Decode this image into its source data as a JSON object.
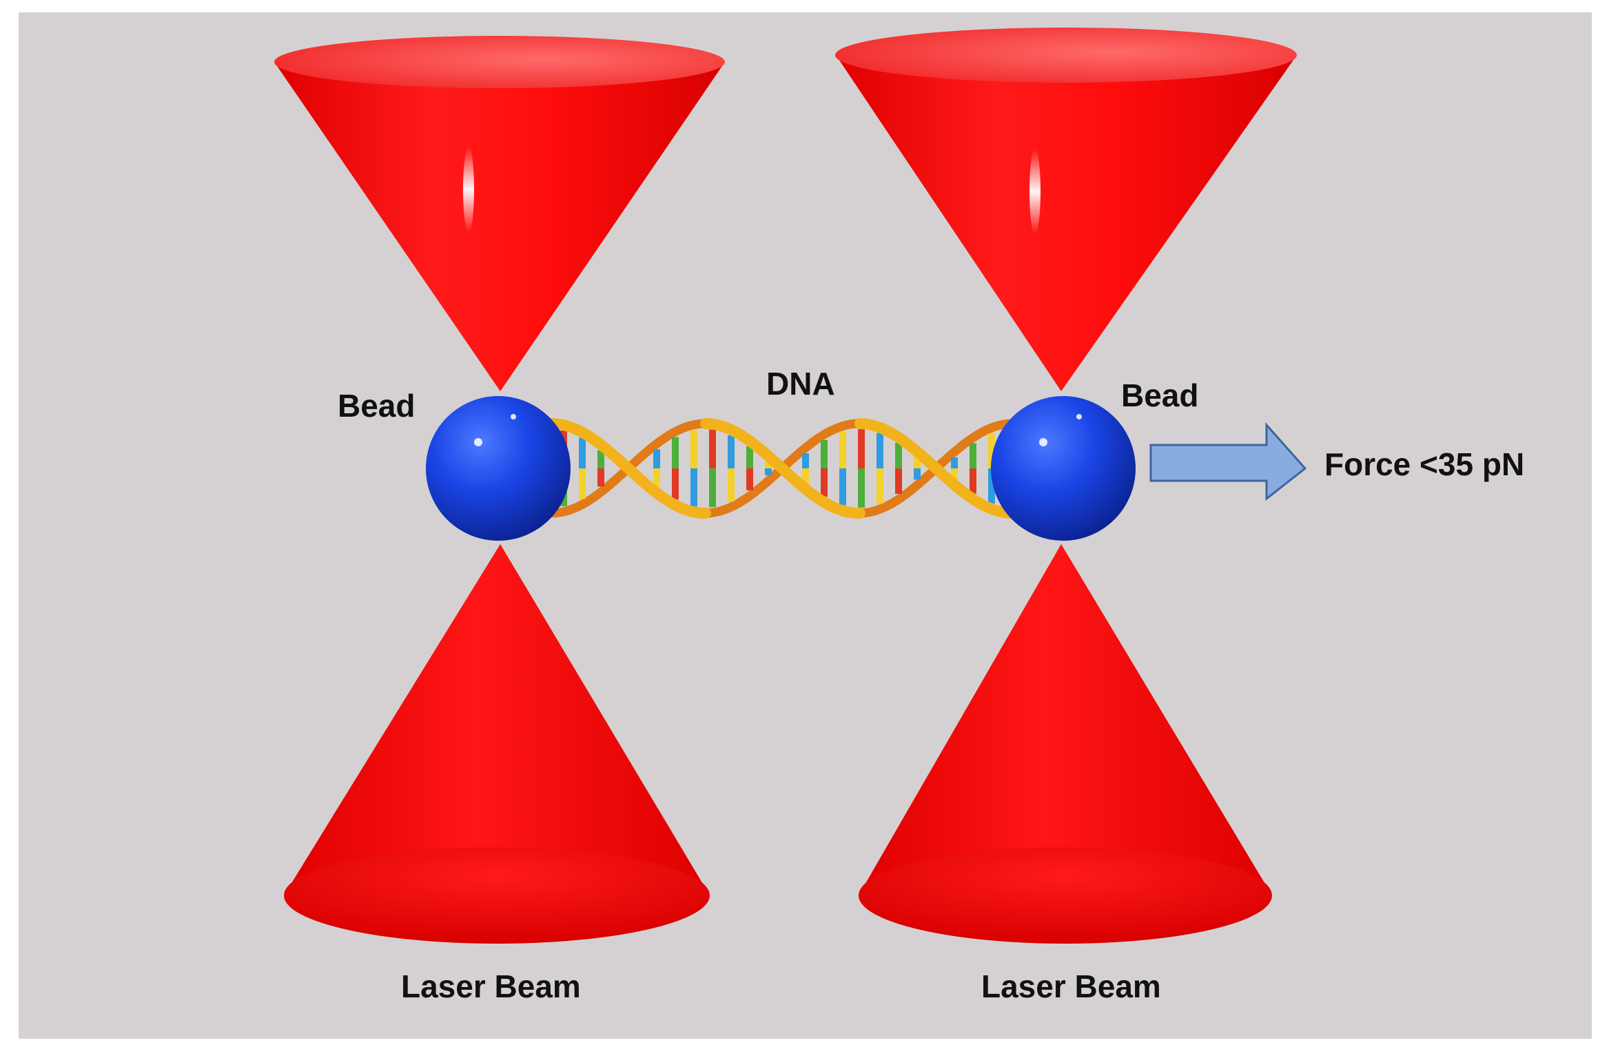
{
  "labels": {
    "bead_left": "Bead",
    "bead_right": "Bead",
    "dna": "DNA",
    "force": "Force <35 pN",
    "laser_left": "Laser Beam",
    "laser_right": "Laser Beam"
  },
  "colors": {
    "background": "#d5d1d2",
    "beam": "#ff0a0a",
    "bead": "#1a3fe0",
    "arrow_fill": "#88acde",
    "arrow_stroke": "#3f63a0",
    "backbone": "#f2b21b",
    "base_colors": [
      "#e03a24",
      "#2f9be0",
      "#4caf3a",
      "#f4d12a"
    ]
  },
  "icons": {
    "bead": "sphere-icon",
    "beam": "cone-icon",
    "force": "right-arrow-icon",
    "dna": "double-helix-icon"
  }
}
